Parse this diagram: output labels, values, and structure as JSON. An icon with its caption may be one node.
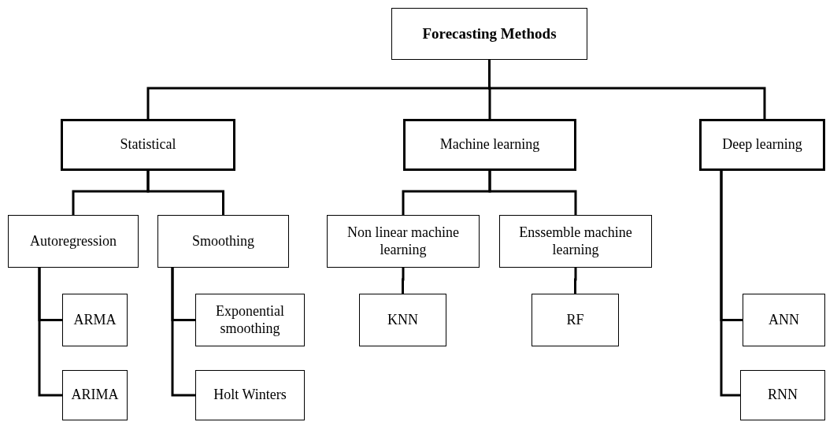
{
  "diagram": {
    "nodes": [
      {
        "text": [
          "Forecasting Methods"
        ]
      },
      {
        "text": [
          "Statistical"
        ]
      },
      {
        "text": [
          "Machine learning"
        ]
      },
      {
        "text": [
          "Deep learning"
        ]
      },
      {
        "text": [
          "Autoregression"
        ]
      },
      {
        "text": [
          "Smoothing"
        ]
      },
      {
        "text": [
          "Non linear machine learning"
        ]
      },
      {
        "text": [
          "Enssemble machine learning"
        ]
      },
      {
        "text": [
          "ARMA"
        ]
      },
      {
        "text": [
          "Exponential smoothing"
        ]
      },
      {
        "text": [
          "KNN"
        ]
      },
      {
        "text": [
          "RF"
        ]
      },
      {
        "text": [
          "ANN"
        ]
      },
      {
        "text": [
          "ARIMA"
        ]
      },
      {
        "text": [
          "Holt Winters"
        ]
      },
      {
        "text": [
          "RNN"
        ]
      }
    ],
    "edges": [
      {
        "from": 0,
        "to": 1,
        "arrow": "none"
      },
      {
        "from": 0,
        "to": 2,
        "arrow": "none"
      },
      {
        "from": 0,
        "to": 3,
        "arrow": "none"
      },
      {
        "from": 1,
        "to": 4,
        "arrow": "none"
      },
      {
        "from": 1,
        "to": 5,
        "arrow": "none"
      },
      {
        "from": 2,
        "to": 6,
        "arrow": "none"
      },
      {
        "from": 2,
        "to": 7,
        "arrow": "none"
      },
      {
        "from": 4,
        "to": 8,
        "arrow": "none"
      },
      {
        "from": 4,
        "to": 13,
        "arrow": "none"
      },
      {
        "from": 5,
        "to": 9,
        "arrow": "none"
      },
      {
        "from": 5,
        "to": 14,
        "arrow": "none"
      },
      {
        "from": 6,
        "to": 10,
        "arrow": "none"
      },
      {
        "from": 7,
        "to": 11,
        "arrow": "none"
      },
      {
        "from": 3,
        "to": 12,
        "arrow": "none"
      },
      {
        "from": 3,
        "to": 15,
        "arrow": "none"
      }
    ]
  }
}
